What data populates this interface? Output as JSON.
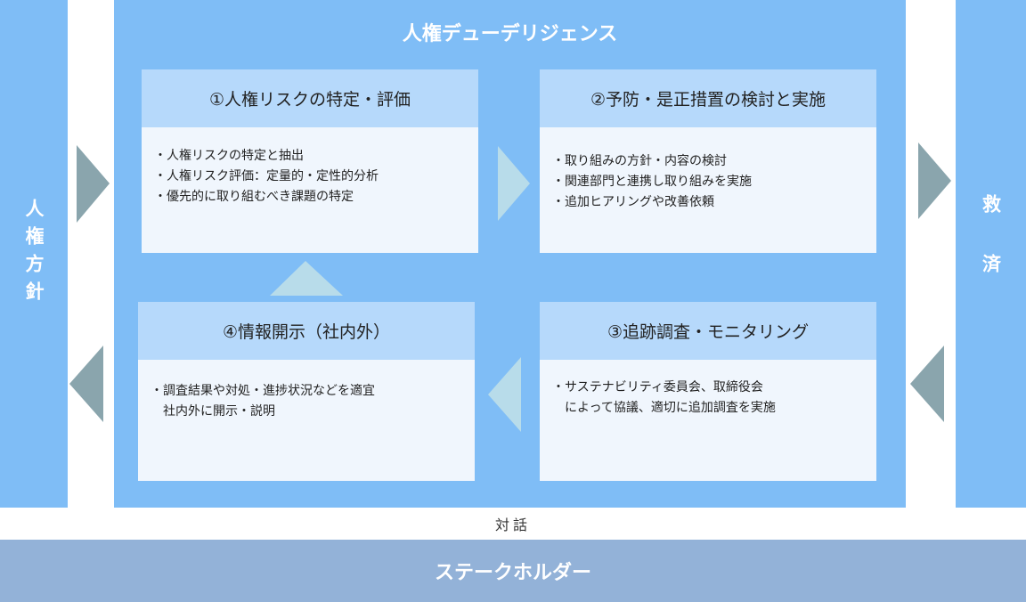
{
  "left_bar": {
    "label": "人権方針"
  },
  "right_bar": {
    "label": "救済"
  },
  "main": {
    "title": "人権デューデリジェンス",
    "steps": [
      {
        "title": "①人権リスクの特定・評価",
        "items": [
          "・人権リスクの特定と抽出",
          "・人権リスク評価：定量的・定性的分析",
          "・優先的に取り組むべき課題の特定"
        ]
      },
      {
        "title": "②予防・是正措置の検討と実施",
        "items": [
          "・取り組みの方針・内容の検討",
          "・関連部門と連携し取り組みを実施",
          "・追加ヒアリングや改善依頼"
        ]
      },
      {
        "title": "③追跡調査・モニタリング",
        "items": [
          "・サステナビリティ委員会、取締役会",
          "　によって協議、適切に追加調査を実施"
        ]
      },
      {
        "title": "④情報開示（社内外）",
        "items": [
          "・調査結果や対処・進捗状況などを適宜",
          "　社内外に開示・説明"
        ]
      }
    ]
  },
  "dialogue": "対話",
  "stakeholder": "ステークホルダー",
  "colors": {
    "panel": "#7fbdf6",
    "box_head": "#b6d9fb",
    "box_body": "#f0f6fd",
    "arrow_dark": "#8aa5ad",
    "arrow_light": "#b8dcea",
    "stakeholder_bar": "#93b2d8"
  }
}
